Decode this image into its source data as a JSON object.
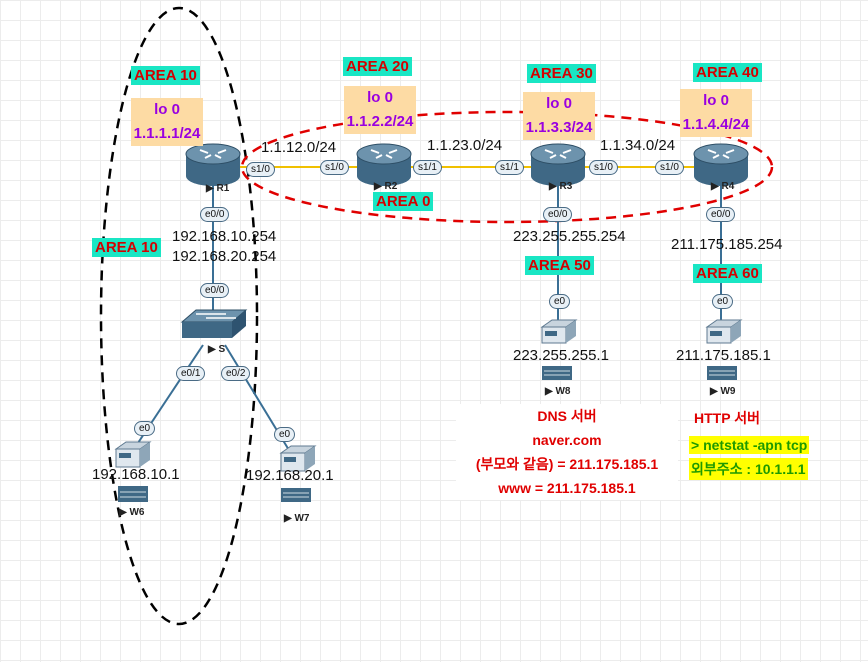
{
  "areas": {
    "area10_top": "AREA 10",
    "area10_left": "AREA 10",
    "area20": "AREA 20",
    "area30": "AREA 30",
    "area40": "AREA 40",
    "area0": "AREA 0",
    "area50": "AREA 50",
    "area60": "AREA 60"
  },
  "loopbacks": [
    {
      "name": "lo 0",
      "ip": "1.1.1.1/24"
    },
    {
      "name": "lo 0",
      "ip": "1.1.2.2/24"
    },
    {
      "name": "lo 0",
      "ip": "1.1.3.3/24"
    },
    {
      "name": "lo 0",
      "ip": "1.1.4.4/24"
    }
  ],
  "links": {
    "r1_r2": "1.1.12.0/24",
    "r2_r3": "1.1.23.0/24",
    "r3_r4": "1.1.34.0/24"
  },
  "routers": {
    "r1": "R1",
    "r2": "R2",
    "r3": "R3",
    "r4": "R4"
  },
  "switch": "S",
  "hosts": {
    "w6": "W6",
    "w7": "W7",
    "w8": "W8",
    "w9": "W9"
  },
  "interfaces": {
    "r1_s10": "s1/0",
    "r2_s10": "s1/0",
    "r2_s11": "s1/1",
    "r3_s11": "s1/1",
    "r3_s10": "s1/0",
    "r4_s10": "s1/0",
    "r1_e00": "e0/0",
    "sw_e00": "e0/0",
    "sw_e01": "e0/1",
    "sw_e02": "e0/2",
    "w6_e0": "e0",
    "w7_e0": "e0",
    "r3_e00": "e0/0",
    "w8_e0": "e0",
    "r4_e00": "e0/0",
    "w9_e0": "e0"
  },
  "addresses": {
    "r1_gw1": "192.168.10.254",
    "r1_gw2": "192.168.20.254",
    "w6": "192.168.10.1",
    "w7": "192.168.20.1",
    "r3_e00": "223.255.255.254",
    "w8": "223.255.255.1",
    "r4_e00": "211.175.185.254",
    "w9": "211.175.185.1"
  },
  "notes": {
    "dns_title": "DNS 서버",
    "dns_domain": "naver.com",
    "dns_parent": "(부모와 같음) = 211.175.185.1",
    "dns_www": "www = 211.175.185.1",
    "http_title": "HTTP 서버",
    "netstat_cmd": "> netstat -apn tcp",
    "foreign_addr": "외부주소 : 10.1.1.1"
  },
  "colors": {
    "area_bg": "#19e6c4",
    "area_text": "#d40000",
    "loopback_bg": "#fddba4",
    "loopback_text": "#9a00e0",
    "serial_link": "#f0c000",
    "note_red": "#e00000",
    "note_green": "#1e9a00",
    "note_yellow_bg": "#ffff00"
  }
}
